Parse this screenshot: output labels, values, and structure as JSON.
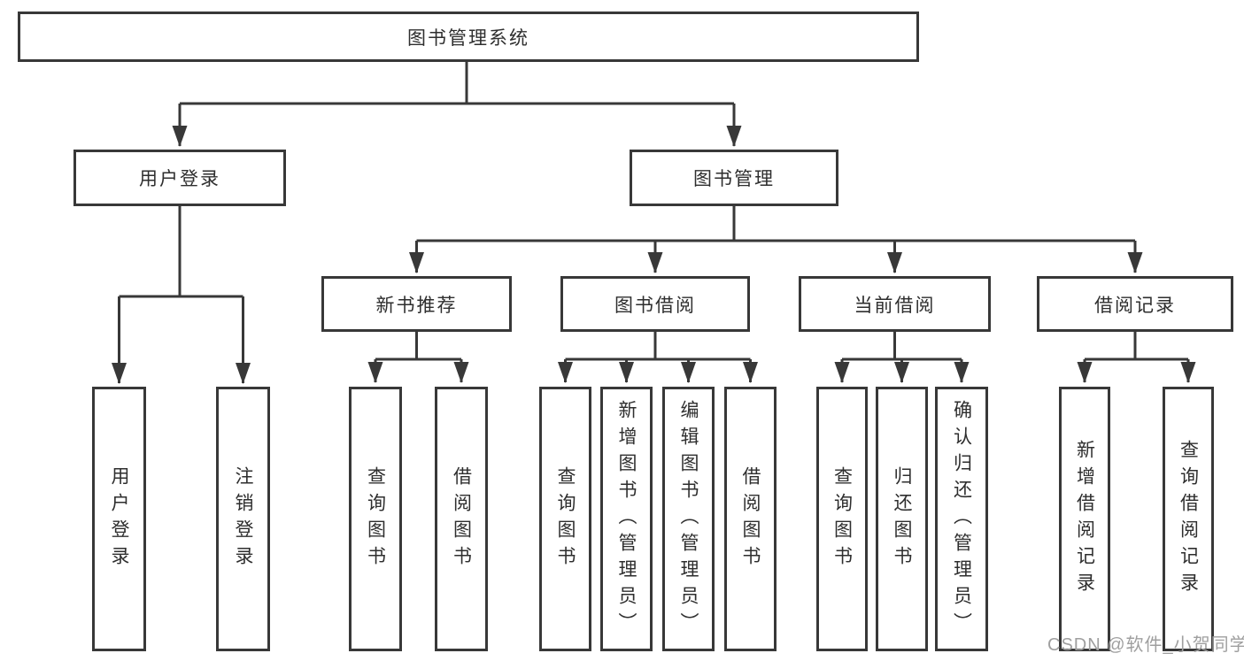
{
  "diagram": {
    "title": "图书管理系统",
    "level2": [
      "用户登录",
      "图书管理"
    ],
    "level3": [
      "新书推荐",
      "图书借阅",
      "当前借阅",
      "借阅记录"
    ],
    "leaves": [
      [
        "用户登录",
        "注销登录"
      ],
      [
        "查询图书",
        "借阅图书"
      ],
      [
        "查询图书",
        "新增图书（管理员）",
        "编辑图书（管理员）",
        "借阅图书"
      ],
      [
        "查询图书",
        "归还图书",
        "确认归还（管理员）"
      ],
      [
        "新增借阅记录",
        "查询借阅记录"
      ]
    ]
  },
  "watermark": "CSDN @软件_小贺同学",
  "colors": {
    "line": "#383838",
    "text": "#2e2e2e",
    "watermark": "#9f9f9f",
    "background": "#ffffff"
  }
}
